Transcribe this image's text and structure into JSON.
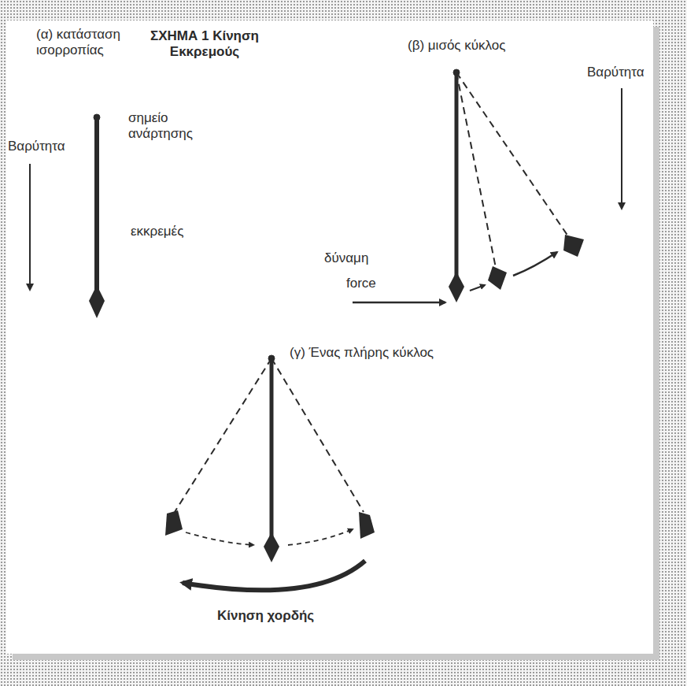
{
  "diagram": {
    "title": "ΣΧΗΜΑ 1 Κίνηση Εκκρεμούς",
    "labels": [
      "(α) κατάσταση ισορροπίας",
      "Βαρύτητα",
      "σημείο ανάρτησης",
      "εκκρεμές",
      "(β) μισός κύκλος",
      "Βαρύτητα",
      "δύναμη",
      "force",
      "(γ) Ένας πλήρης κύκλος",
      "Κίνηση χορδής"
    ]
  }
}
